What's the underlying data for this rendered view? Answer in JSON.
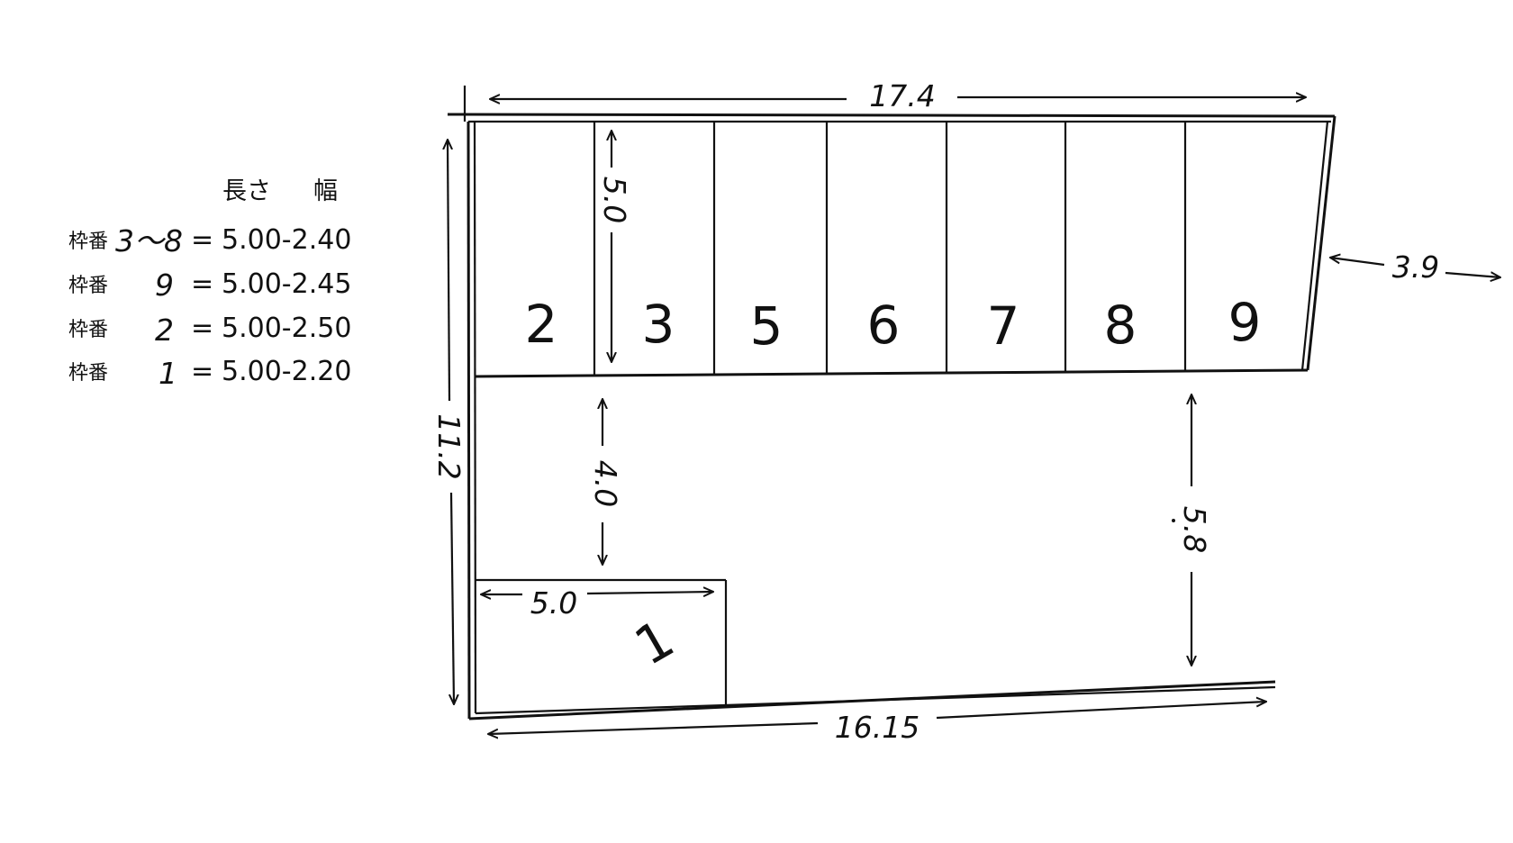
{
  "legend": {
    "header_length": "長さ",
    "header_width": "幅",
    "rows": [
      {
        "key": "枠番",
        "slot": "3〜8",
        "eq": "=",
        "value": "5.00-2.40"
      },
      {
        "key": "枠番",
        "slot": "9",
        "eq": "=",
        "value": "5.00-2.45"
      },
      {
        "key": "枠番",
        "slot": "2",
        "eq": "=",
        "value": "5.00-2.50"
      },
      {
        "key": "枠番",
        "slot": "1",
        "eq": "=",
        "value": "5.00-2.20"
      }
    ]
  },
  "slots": [
    "2",
    "3",
    "5",
    "6",
    "7",
    "8",
    "9"
  ],
  "slot_single": "1",
  "dimensions": {
    "top_width": "17.4",
    "bottom_width": "16.15",
    "left_height": "11.2",
    "right_offset": "3.9",
    "slot_length": "5.0",
    "aisle_left": "4.0",
    "aisle_right": "5.8",
    "slot1_length": "5.0"
  }
}
